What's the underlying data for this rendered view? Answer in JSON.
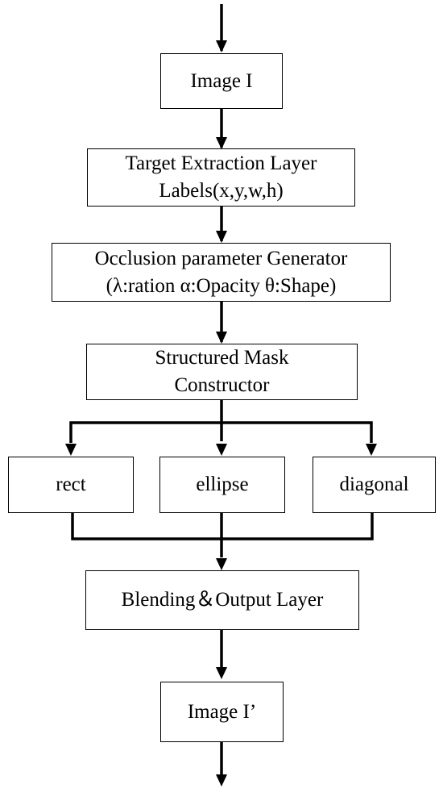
{
  "nodes": {
    "image_in": {
      "line1": "Image I"
    },
    "target_extraction": {
      "line1": "Target Extraction Layer",
      "line2": "Labels(x,y,w,h)"
    },
    "occlusion_generator": {
      "line1": "Occlusion parameter Generator",
      "line2": "(λ:ration α:Opacity θ:Shape)"
    },
    "mask_constructor": {
      "line1": "Structured Mask",
      "line2": "Constructor"
    },
    "shape_rect": {
      "line1": "rect"
    },
    "shape_ellipse": {
      "line1": "ellipse"
    },
    "shape_diagonal": {
      "line1": "diagonal"
    },
    "blending_output": {
      "line1": "Blending＆Output Layer"
    },
    "image_out": {
      "line1": "Image I’"
    }
  },
  "colors": {
    "stroke": "#000000",
    "fill": "#ffffff"
  }
}
